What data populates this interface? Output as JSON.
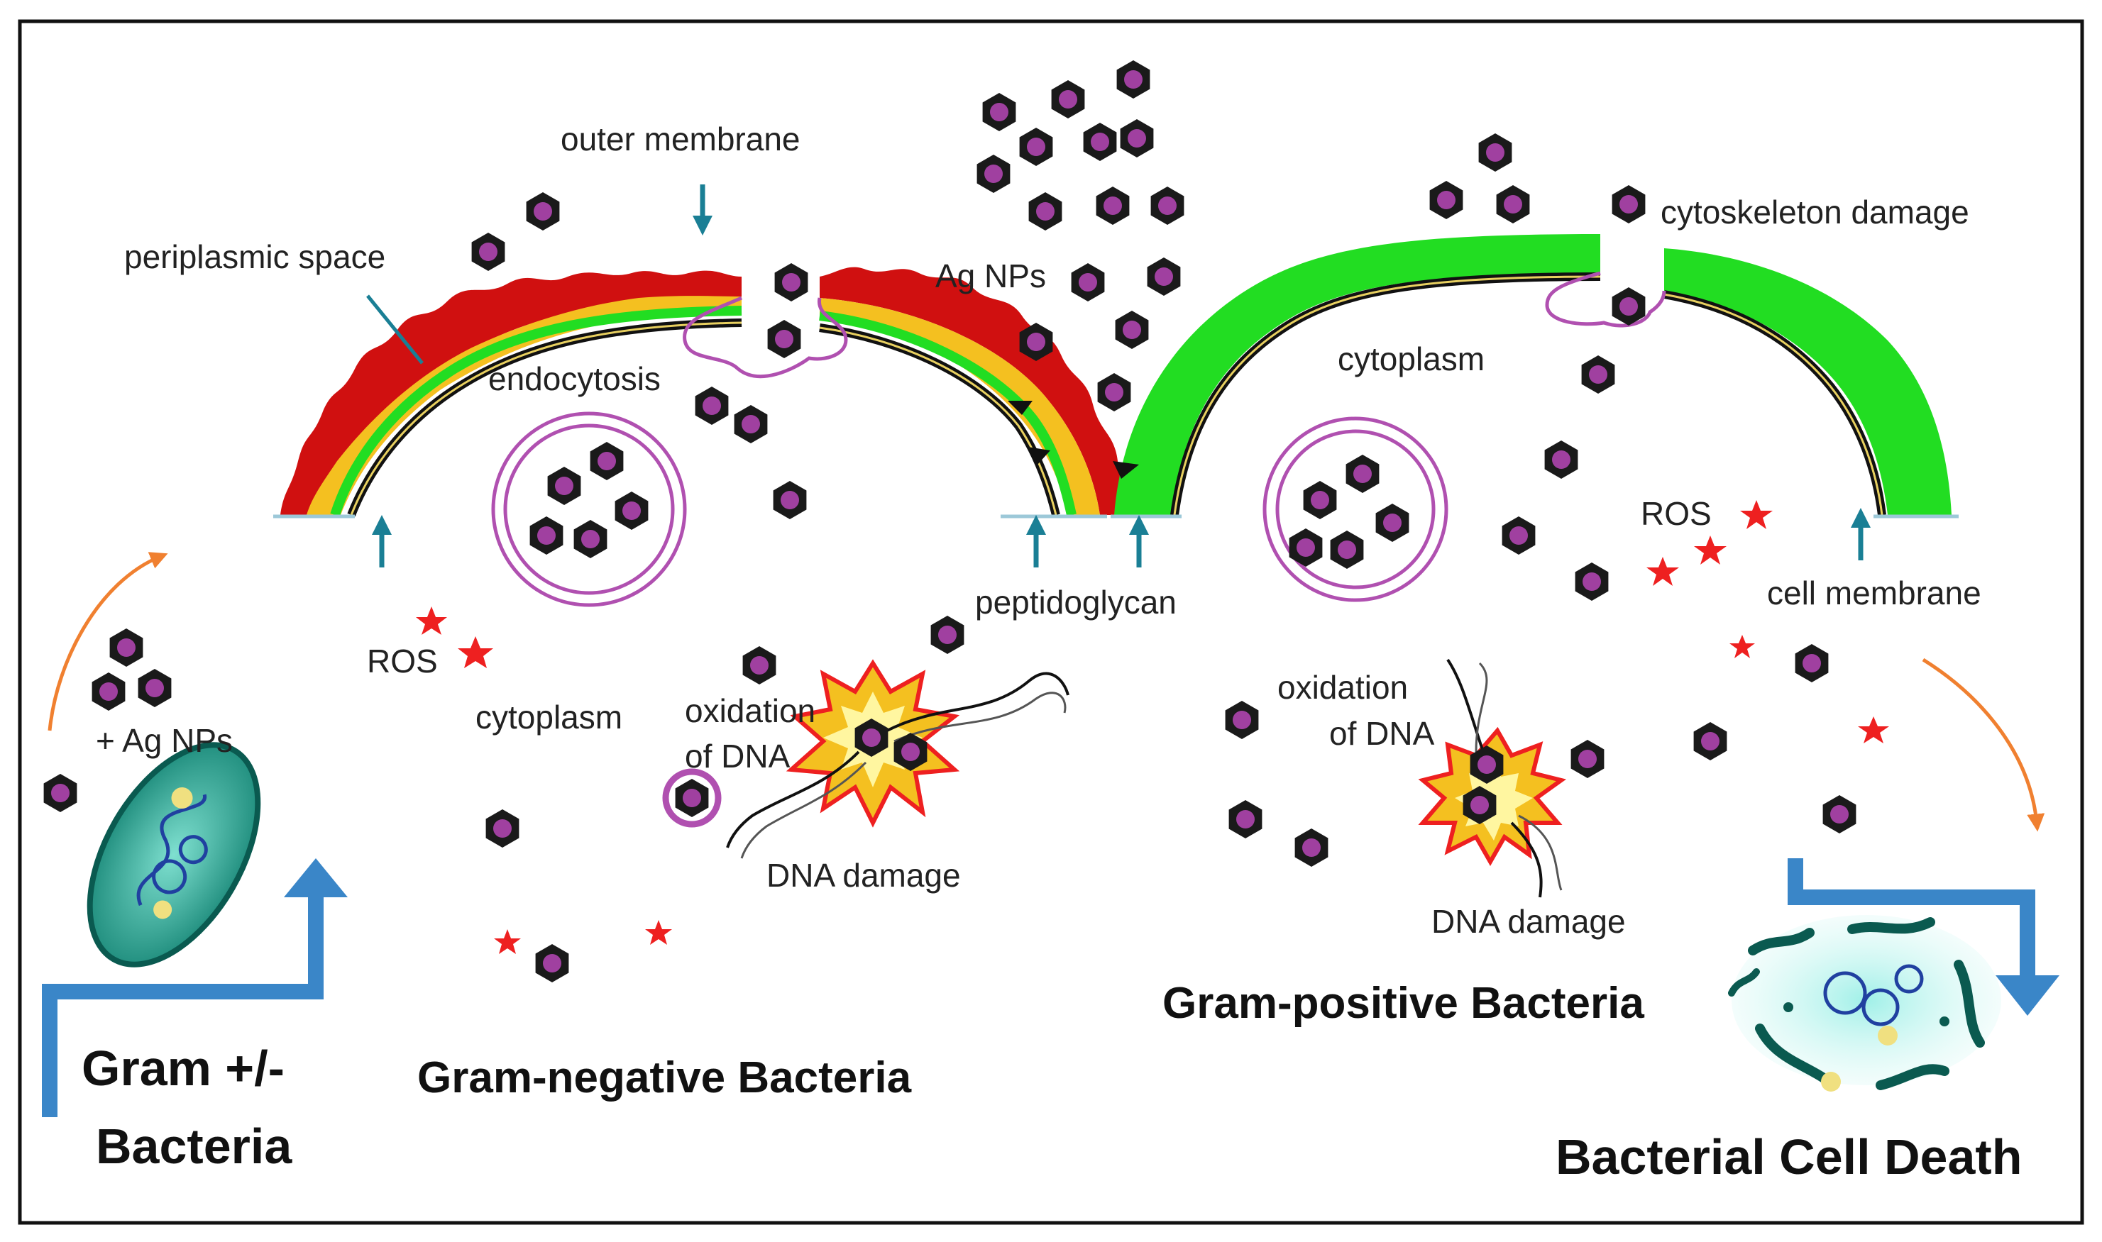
{
  "labels": {
    "outer_membrane": "outer membrane",
    "periplasmic_space": "periplasmic space",
    "endocytosis": "endocytosis",
    "ag_nps": "Ag NPs",
    "cytoplasm_right": "cytoplasm",
    "cytoskeleton_damage": "cytoskeleton damage",
    "ros_left": "ROS",
    "ros_right": "ROS",
    "peptidoglycan": "peptidoglycan",
    "cell_membrane": "cell membrane",
    "plus_ag_nps": "+ Ag NPs",
    "cytoplasm_left": "cytoplasm",
    "oxidation_left_1": "oxidation",
    "oxidation_left_2": "of DNA",
    "oxidation_right_1": "oxidation",
    "oxidation_right_2": "of DNA",
    "dna_damage_left": "DNA damage",
    "dna_damage_right": "DNA damage",
    "gram_positive": "Gram-positive Bacteria",
    "gram_negative": "Gram-negative Bacteria",
    "gram_pm_1": "Gram +/-",
    "gram_pm_2": "Bacteria",
    "cell_death": "Bacterial Cell Death"
  },
  "colors": {
    "nanoparticle": "#a040a0",
    "outer_membrane": "#d01010",
    "periplasm": "#f4c020",
    "peptidoglycan_gram_positive": "#22dd22",
    "arrow_teal": "#1a7f95",
    "ros_star": "#ee2020",
    "flow_arrow_blue": "#3a86c8",
    "curve_arrow_orange": "#f08030",
    "vesicle": "#b050b0"
  }
}
